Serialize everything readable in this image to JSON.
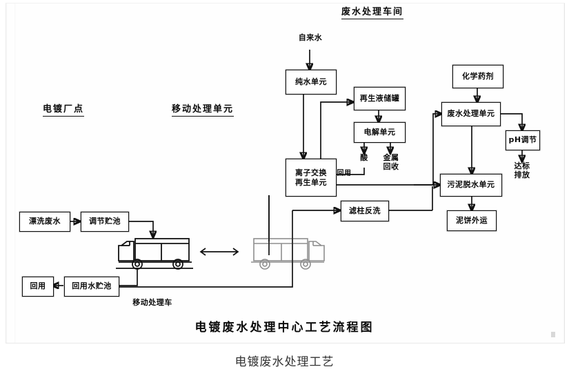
{
  "figure": {
    "title": "电镀废水处理中心工艺流程图",
    "caption": "电镀废水处理工艺"
  },
  "sections": [
    {
      "id": "plating-site",
      "label": "电镀厂点"
    },
    {
      "id": "mobile-unit",
      "label": "移动处理单元"
    },
    {
      "id": "workshop",
      "label": "废水处理车间"
    }
  ],
  "nodes": {
    "tap_water": "自来水",
    "pure_water_unit": "纯水单元",
    "regen_tank": "再生液储罐",
    "electrolysis": "电解单元",
    "acid": "酸",
    "metal_recovery": "金属\n回收",
    "ion_exchange": "离子交换\n再生单元",
    "filter_backwash": "滤柱反洗",
    "chemicals": "化学药剂",
    "wastewater_unit": "废水处理单元",
    "ph_adjust": "pH调节",
    "discharge": "达标\n排放",
    "sludge_dewater": "污泥脱水单元",
    "mud_cake": "泥饼外运",
    "rinse_wastewater": "漂洗废水",
    "equalization_tank": "调节贮池",
    "reuse": "回用",
    "reuse_water_tank": "回用水贮池",
    "mobile_truck": "移动处理车"
  },
  "edge_labels": {
    "reuse_back": "回用"
  },
  "colors": {
    "ink": "#111111",
    "paper": "#fefefe",
    "caption": "#333333"
  }
}
